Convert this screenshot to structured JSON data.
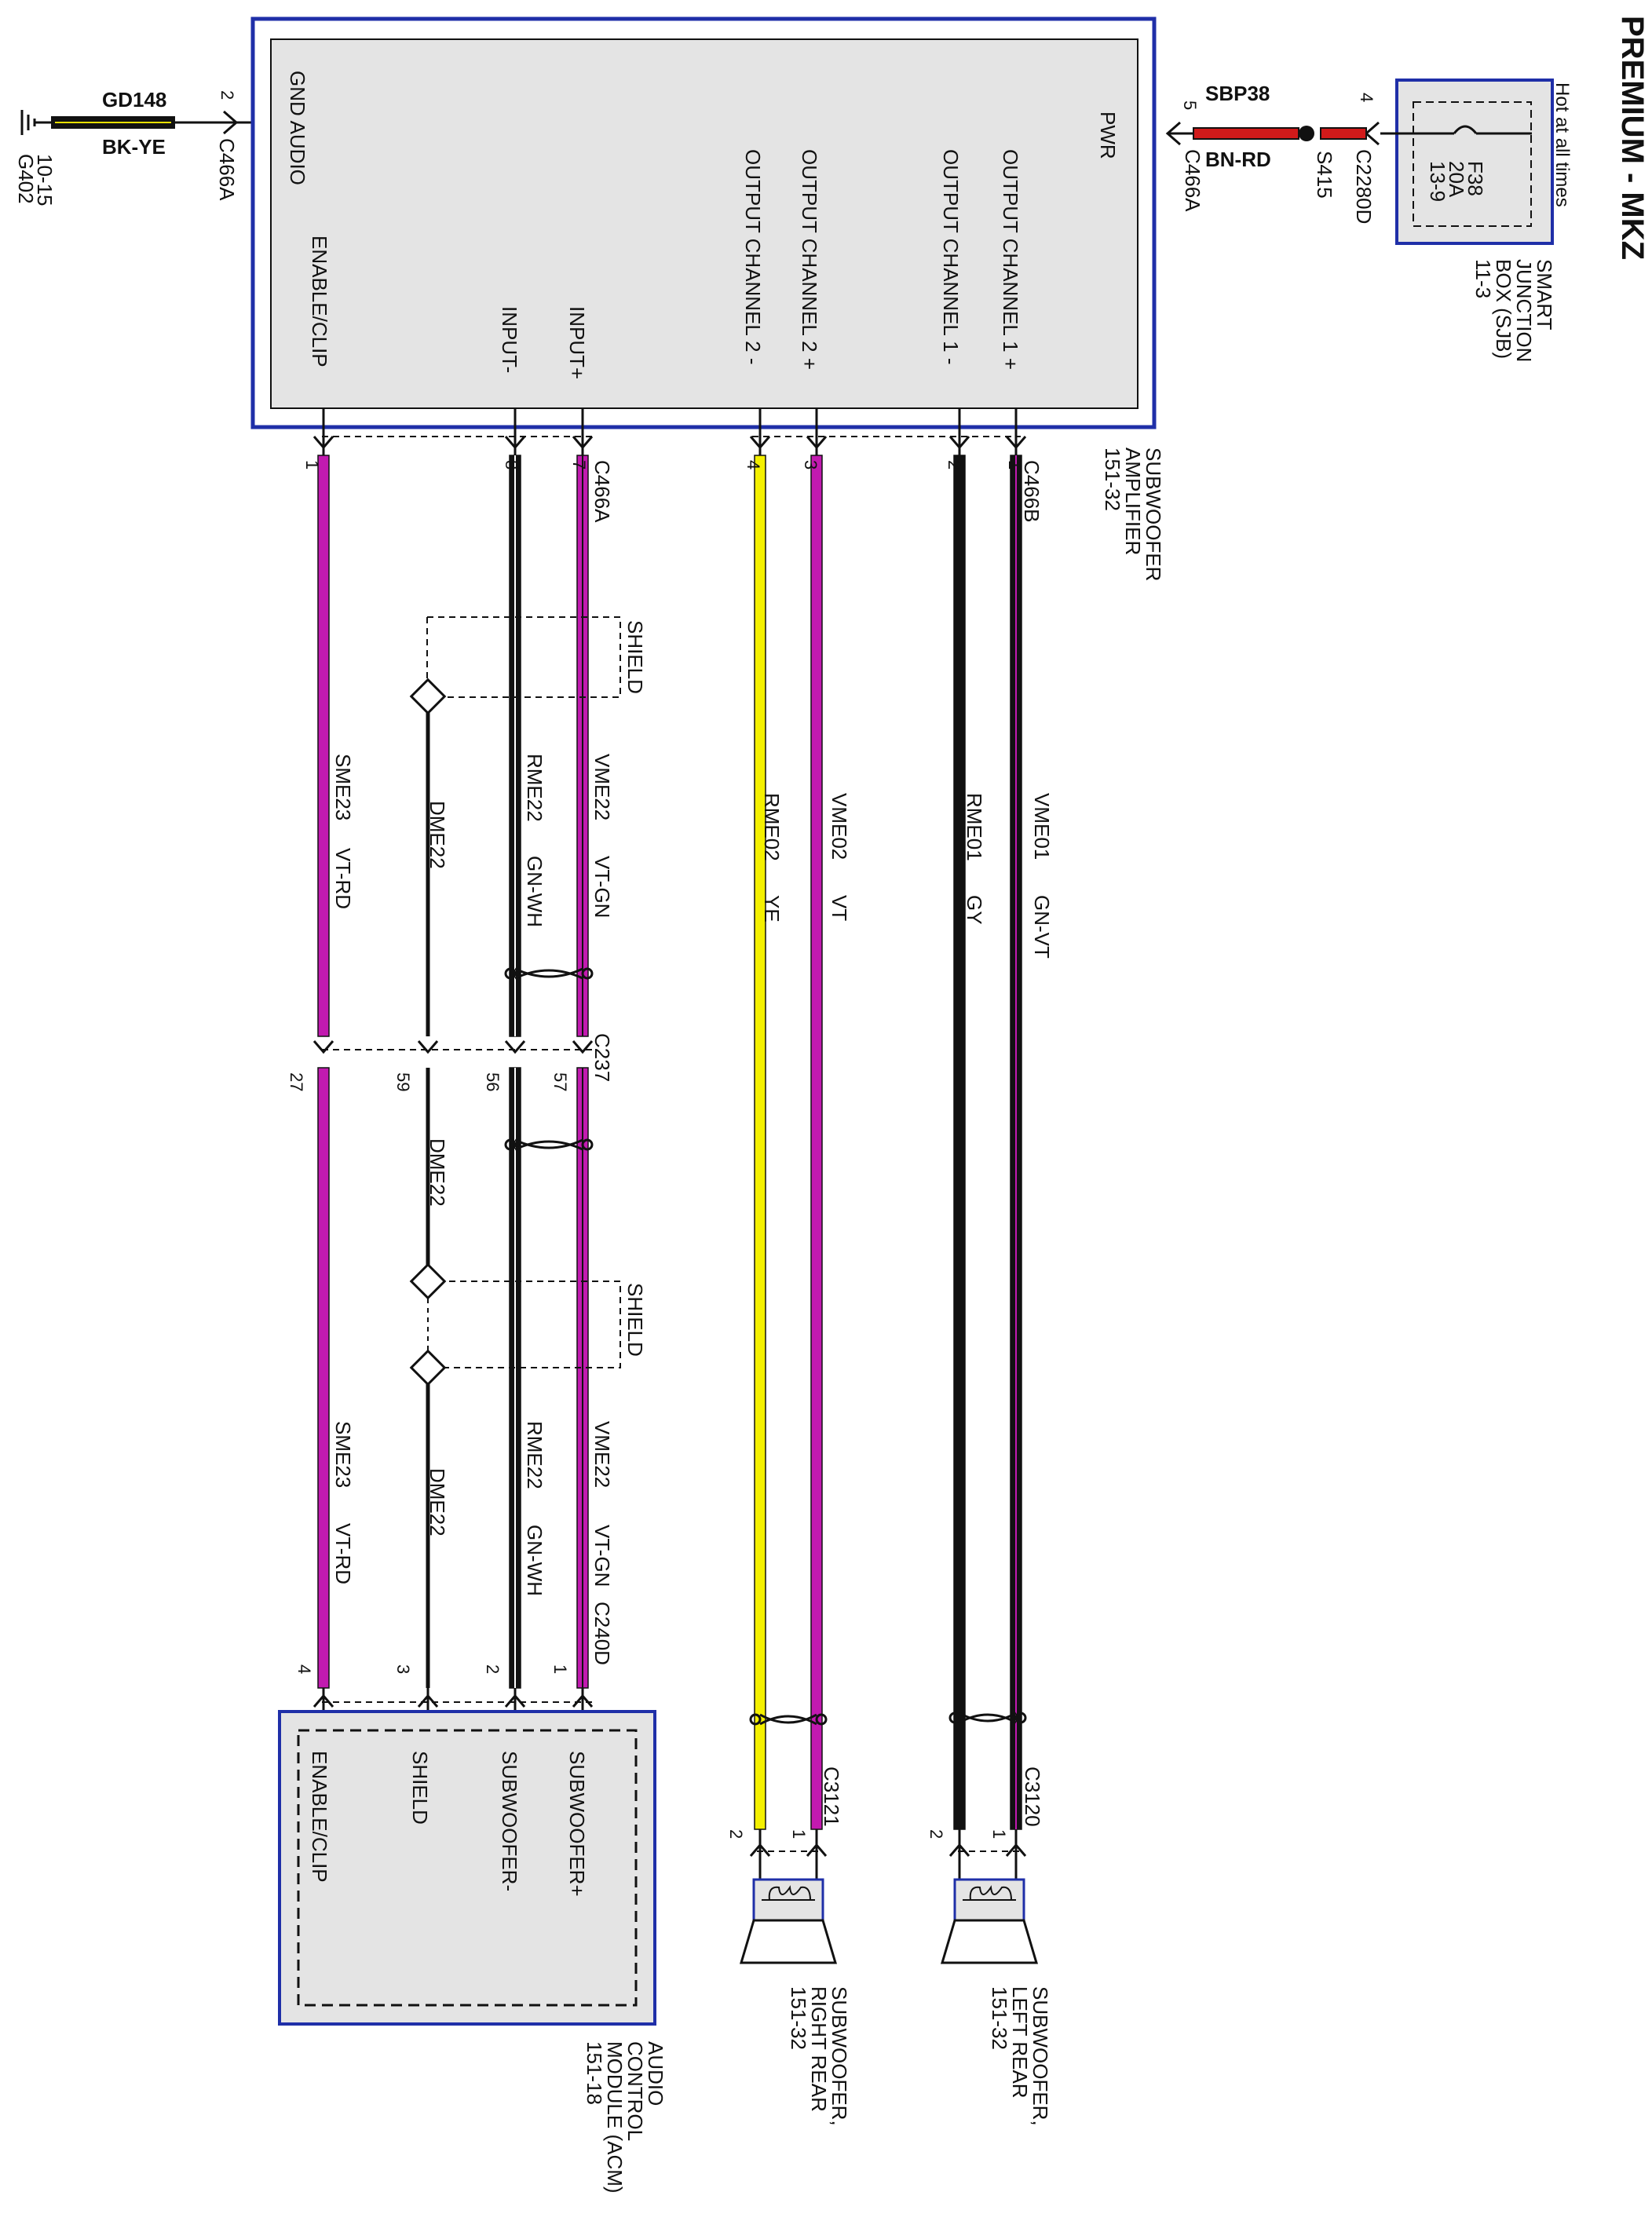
{
  "title": "PREMIUM - MKZ",
  "sjb": {
    "hot_label": "Hot at all times",
    "name_lines": [
      "SMART",
      "JUNCTION",
      "BOX (SJB)",
      "11-3"
    ],
    "fuse_lines": [
      "F38",
      "20A",
      "13-9"
    ],
    "connector": "C2280D",
    "pin": "4"
  },
  "splice": "S415",
  "power_wire": {
    "circuit": "SBP38",
    "color_code": "BN-RD",
    "pin": "5",
    "connector": "C466A"
  },
  "ground": {
    "circuit": "GD148",
    "color_code": "BK-YE",
    "pin": "2",
    "connector": "C466A",
    "ground_lines": [
      "G402",
      "10-15"
    ]
  },
  "amplifier": {
    "name_lines": [
      "SUBWOOFER",
      "AMPLIFIER",
      "151-32"
    ],
    "pins": {
      "pwr": "PWR",
      "gnd": "GND AUDIO",
      "out1p": "OUTPUT CHANNEL 1 +",
      "out1m": "OUTPUT CHANNEL 1 -",
      "out2p": "OUTPUT CHANNEL 2 +",
      "out2m": "OUTPUT CHANNEL 2 -",
      "inp": "INPUT+",
      "inm": "INPUT-",
      "enable": "ENABLE/CLIP"
    },
    "connector_b": "C466B",
    "connector_a": "C466A"
  },
  "pin_numbers": {
    "b1": "1",
    "b2": "2",
    "b3": "3",
    "b4": "4",
    "a7": "7",
    "a8": "8",
    "a1": "1",
    "c237_57": "57",
    "c237_56": "56",
    "c237_59": "59",
    "c237_27": "27",
    "c240_1": "1",
    "c240_2": "2",
    "c240_3": "3",
    "c240_4": "4",
    "c3120_1": "1",
    "c3120_2": "2",
    "c3121_1": "1",
    "c3121_2": "2"
  },
  "inline_connectors": {
    "c237": "C237",
    "c240d": "C240D",
    "c3120": "C3120",
    "c3121": "C3121"
  },
  "wires": {
    "vme01": {
      "circuit": "VME01",
      "color_code": "GN-VT"
    },
    "rme01": {
      "circuit": "RME01",
      "color_code": "GY"
    },
    "vme02": {
      "circuit": "VME02",
      "color_code": "VT"
    },
    "rme02": {
      "circuit": "RME02",
      "color_code": "YE"
    },
    "vme22": {
      "circuit": "VME22",
      "color_code": "VT-GN"
    },
    "rme22": {
      "circuit": "RME22",
      "color_code": "GN-WH"
    },
    "dme22": {
      "circuit": "DME22"
    },
    "sme23": {
      "circuit": "SME23",
      "color_code": "VT-RD"
    }
  },
  "shield_label": "SHIELD",
  "acm": {
    "name_lines": [
      "AUDIO",
      "CONTROL",
      "MODULE (ACM)",
      "151-18"
    ],
    "pins": {
      "subp": "SUBWOOFER+",
      "subm": "SUBWOOFER-",
      "shield": "SHIELD",
      "enable": "ENABLE/CLIP"
    }
  },
  "left_speaker": {
    "name_lines": [
      "SUBWOOFER,",
      "LEFT REAR",
      "151-32"
    ]
  },
  "right_speaker": {
    "name_lines": [
      "SUBWOOFER,",
      "RIGHT REAR",
      "151-32"
    ]
  },
  "colors": {
    "frame_blue": "#1f2fa8",
    "box_fill": "#e4e4e4",
    "violet": "#c21ab0",
    "yellow": "#f4f000",
    "black": "#111111",
    "red": "#d11a1a"
  }
}
